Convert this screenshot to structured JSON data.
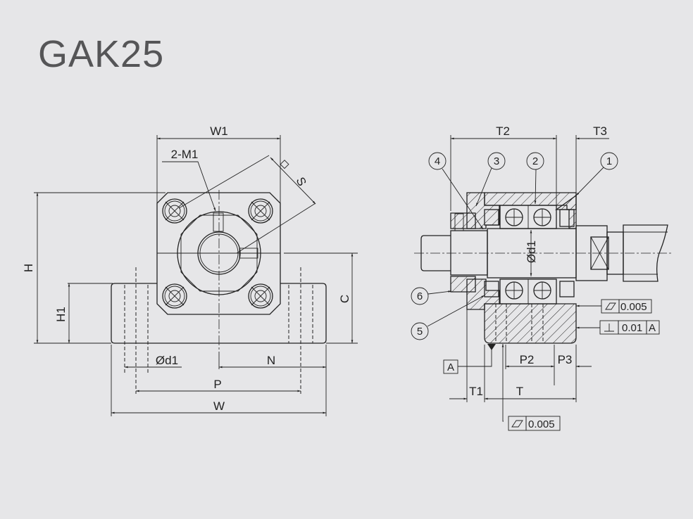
{
  "title": "GAK25",
  "front_view": {
    "dims": {
      "W1": "W1",
      "M1": "2-M1",
      "S": "S",
      "S_symbol": "◇",
      "H": "H",
      "H1": "H1",
      "C": "C",
      "d1": "Ød1",
      "N": "N",
      "P": "P",
      "W": "W"
    }
  },
  "section_view": {
    "dims": {
      "T2": "T2",
      "T3": "T3",
      "d1": "Ød1",
      "P2": "P2",
      "P3": "P3",
      "T1": "T1",
      "T": "T"
    },
    "balloons": [
      "1",
      "2",
      "3",
      "4",
      "5",
      "6"
    ],
    "datum": "A",
    "tolerances": [
      {
        "symbol": "flatness",
        "value": "0.005",
        "datum": ""
      },
      {
        "symbol": "perpendicularity",
        "value": "0.01",
        "datum": "A"
      },
      {
        "symbol": "flatness",
        "value": "0.005",
        "datum": ""
      }
    ]
  }
}
